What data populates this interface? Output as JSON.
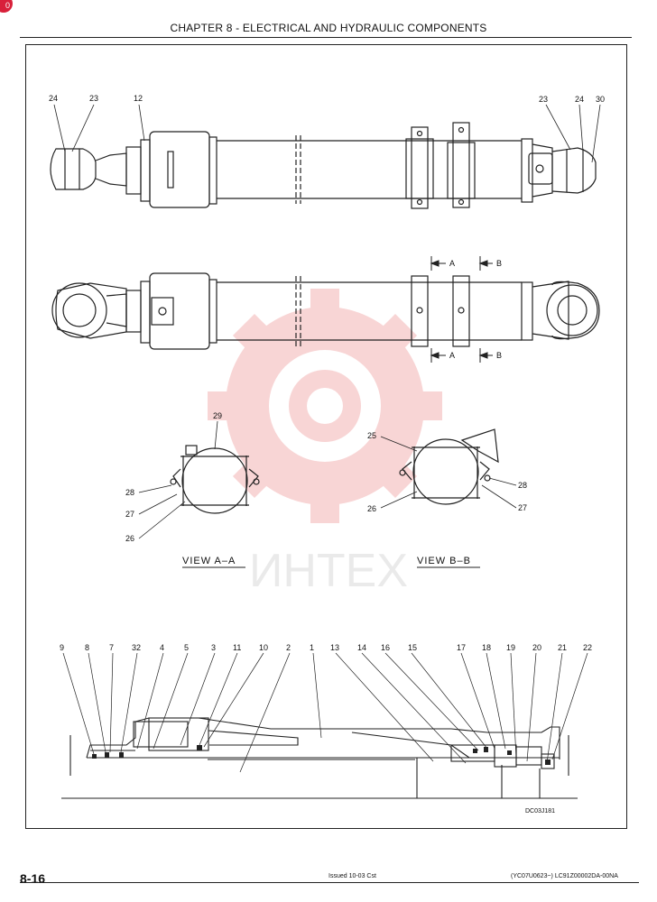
{
  "corner_badge": "0",
  "header": {
    "chapter_title": "CHAPTER 8 - ELECTRICAL AND HYDRAULIC COMPONENTS"
  },
  "figure": {
    "top_view_callouts": [
      "24",
      "23",
      "12",
      "23",
      "24",
      "30"
    ],
    "section_markers": [
      "A",
      "B",
      "A",
      "B"
    ],
    "view_a": {
      "title": "VIEW A–A",
      "callouts": [
        "29",
        "28",
        "27",
        "26"
      ]
    },
    "view_b": {
      "title": "VIEW B–B",
      "callouts": [
        "25",
        "28",
        "26",
        "27"
      ]
    },
    "section_callouts": [
      "9",
      "8",
      "7",
      "32",
      "4",
      "5",
      "3",
      "11",
      "10",
      "2",
      "1",
      "13",
      "14",
      "16",
      "15",
      "17",
      "18",
      "19",
      "20",
      "21",
      "22"
    ],
    "drawing_code": "DC03J181",
    "watermark": "ИНТЕХ"
  },
  "footer": {
    "page_number": "8-16",
    "issued": "Issued 10-03   Cst",
    "doc_ref": "(YC07U0623~)   LC91Z00002DA-00NA"
  }
}
